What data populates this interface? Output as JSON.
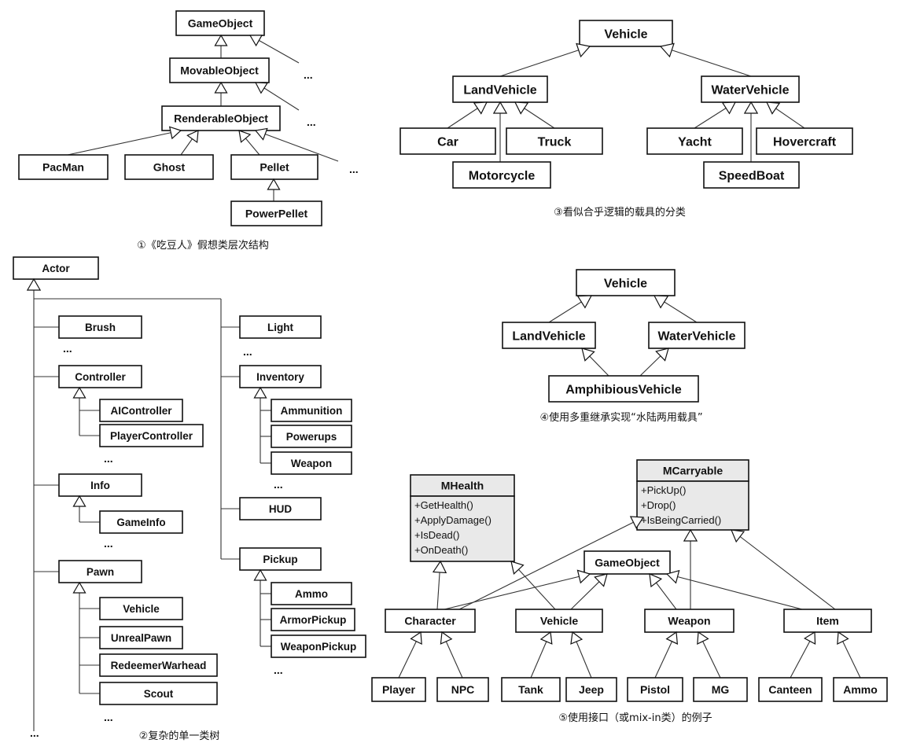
{
  "diagram1": {
    "caption": "①《吃豆人》假想类层次结构",
    "classes": [
      "GameObject",
      "MovableObject",
      "RenderableObject",
      "PacMan",
      "Ghost",
      "Pellet",
      "PowerPellet"
    ],
    "ellipsis": "..."
  },
  "diagram2": {
    "caption": "②复杂的单一类树",
    "classes": [
      "Actor",
      "Brush",
      "Controller",
      "AIController",
      "PlayerController",
      "Info",
      "GameInfo",
      "Pawn",
      "Vehicle",
      "UnrealPawn",
      "RedeemerWarhead",
      "Scout",
      "Light",
      "Inventory",
      "Ammunition",
      "Powerups",
      "Weapon",
      "HUD",
      "Pickup",
      "Ammo",
      "ArmorPickup",
      "WeaponPickup"
    ],
    "ellipsis": "..."
  },
  "diagram3": {
    "caption": "③看似合乎逻辑的载具的分类",
    "classes": [
      "Vehicle",
      "LandVehicle",
      "WaterVehicle",
      "Car",
      "Truck",
      "Motorcycle",
      "Yacht",
      "Hovercraft",
      "SpeedBoat"
    ]
  },
  "diagram4": {
    "caption": "④使用多重继承实现“水陆两用载具”",
    "classes": [
      "Vehicle",
      "LandVehicle",
      "WaterVehicle",
      "AmphibiousVehicle"
    ]
  },
  "diagram5": {
    "caption": "⑤使用接口（或mix-in类）的例子",
    "interfaces": [
      {
        "name": "MHealth",
        "methods": [
          "+GetHealth()",
          "+ApplyDamage()",
          "+IsDead()",
          "+OnDeath()"
        ]
      },
      {
        "name": "MCarryable",
        "methods": [
          "+PickUp()",
          "+Drop()",
          "+IsBeingCarried()"
        ]
      }
    ],
    "classes": [
      "GameObject",
      "Character",
      "Vehicle",
      "Weapon",
      "Item",
      "Player",
      "NPC",
      "Tank",
      "Jeep",
      "Pistol",
      "MG",
      "Canteen",
      "Ammo"
    ]
  }
}
